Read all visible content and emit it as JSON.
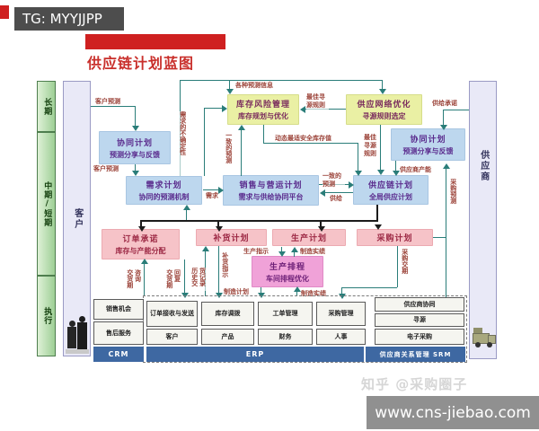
{
  "header": {
    "badge": "TG: MYYJJPP",
    "title": "供应链计划蓝图"
  },
  "lanes": {
    "long_term": "长期",
    "mid_short_term": "中期/短期",
    "execution": "执行",
    "customer": "客户",
    "supplier": "供应商"
  },
  "boxes": {
    "collab_left_title": "协同计划",
    "collab_left_sub": "预测分享与反馈",
    "inventory_risk_title": "库存风险管理",
    "inventory_risk_sub": "库存规划与优化",
    "supply_network_title": "供应网络优化",
    "supply_network_sub": "寻源规则选定",
    "collab_right_title": "协同计划",
    "collab_right_sub": "预测分享与反馈",
    "demand_plan_title": "需求计划",
    "demand_plan_sub": "协同的预测机制",
    "sop_title": "销售与营运计划",
    "sop_sub": "需求与供给协同平台",
    "scp_title": "供应链计划",
    "scp_sub": "全局供应计划",
    "order_promise_title": "订单承诺",
    "order_promise_sub": "库存与产能分配",
    "replenish_title": "补货计划",
    "production_title": "生产计划",
    "purchase_title": "采购计划",
    "schedule_title": "生产排程",
    "schedule_sub": "车间排程优化"
  },
  "flow_labels": {
    "customer_forecast_top": "客户预测",
    "customer_forecast_mid": "客户预测",
    "various_forecast": "各种预测信息",
    "demand_uncertainty": "需求的不确定性",
    "consistent_forecast_v": "一致的预测",
    "dynamic_safety_stock": "动态最适安全库存值",
    "best_sourcing_rule": "最佳寻源规则",
    "best_sourcing_rule_v": "最佳寻源规则",
    "supply_commitment": "供给承诺",
    "supplier_capacity": "供应商产能",
    "demand": "需求",
    "consistent_forecast": "一致的预测",
    "supply": "供给",
    "purchase_forecast": "采购预测",
    "production_order": "生产指示",
    "mfg_actual_up": "制造实绩",
    "mfg_plan_down": "制造计划",
    "mfg_actual_up2": "制造实绩",
    "replenish_order": "补货指示",
    "delivery_inquiry": "交货期咨询",
    "delivery_reply": "交货期回复",
    "delivery_history": "历史交货记录",
    "purchase_delivery": "采购交期"
  },
  "systems": {
    "crm": {
      "sales_opportunity": "销售机会",
      "after_sales": "售后服务",
      "bar": "CRM"
    },
    "erp": {
      "order_receive": "订单接收与发送",
      "inventory_transfer": "库存调拨",
      "work_order": "工单管理",
      "purchase_mgmt": "采购管理",
      "customer": "客户",
      "product": "产品",
      "finance": "财务",
      "hr": "人事",
      "bar": "ERP"
    },
    "srm": {
      "supplier_collab": "供应商协同",
      "sourcing": "寻源",
      "e_procurement": "电子采购",
      "bar": "供应商关系管理 SRM"
    }
  },
  "watermarks": {
    "zhihu": "知乎 @采购圈子",
    "site": "www.cns-jiebao.com"
  }
}
